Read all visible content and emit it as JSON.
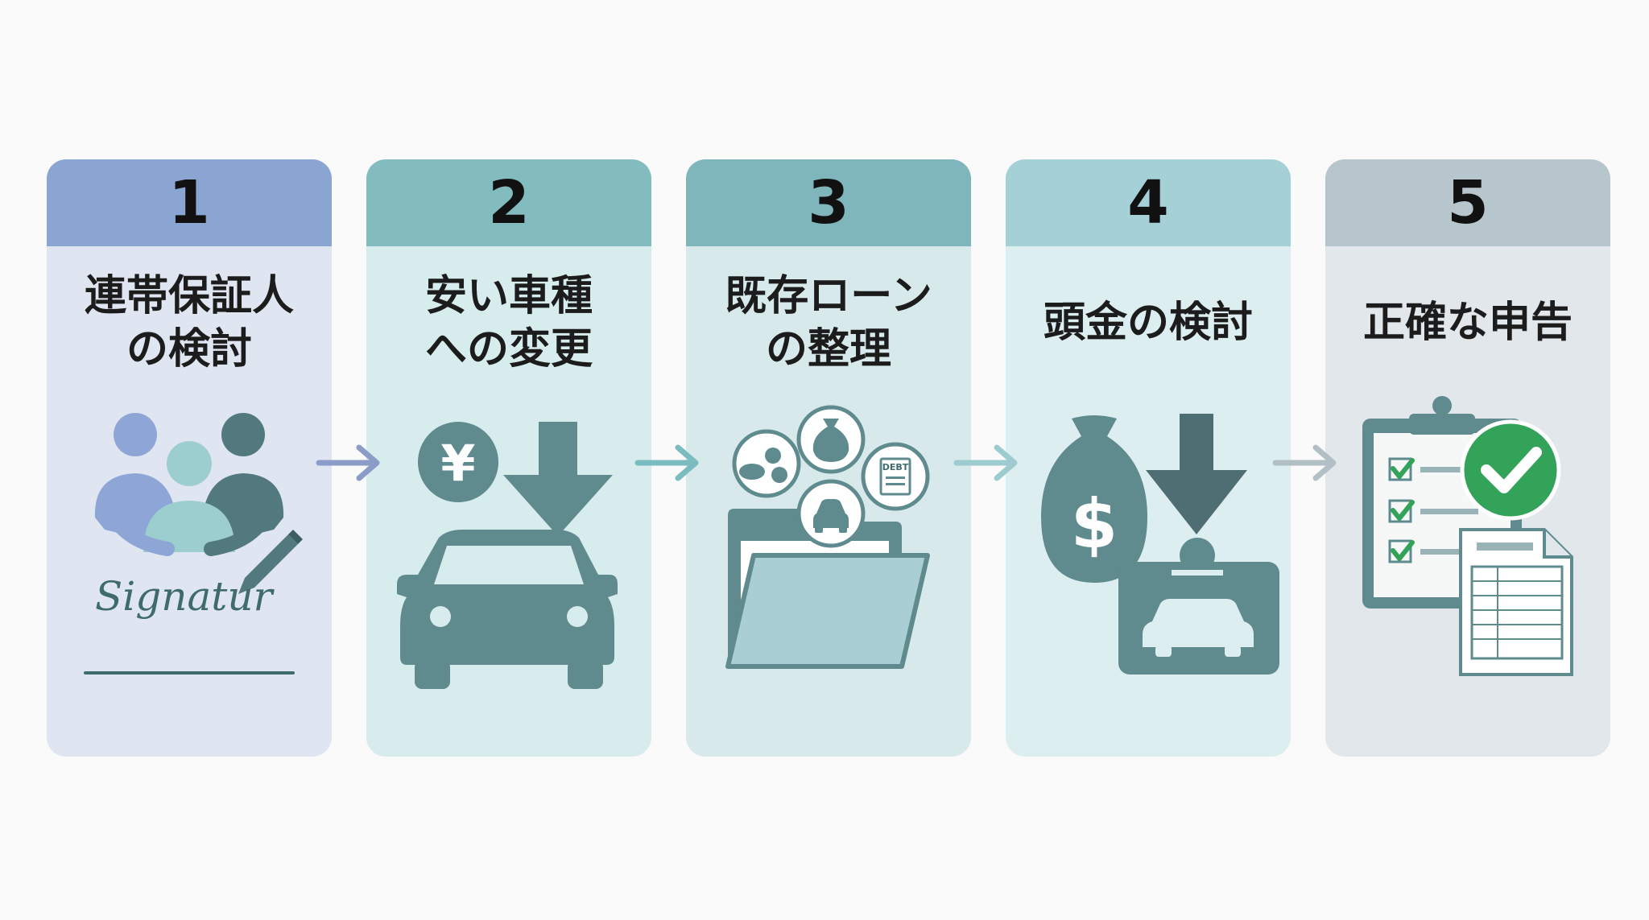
{
  "steps": [
    {
      "number": "1",
      "title_lines": [
        "連帯保証人",
        "の検討"
      ],
      "signature_text": "Signatur",
      "header_color": "#8aa5d2",
      "body_color": "#dfe5f1"
    },
    {
      "number": "2",
      "title_lines": [
        "安い車種",
        "への変更"
      ],
      "yen_symbol": "¥",
      "header_color": "#82bcbf",
      "body_color": "#d7ecec"
    },
    {
      "number": "3",
      "title_lines": [
        "既存ローン",
        "の整理"
      ],
      "debt_label": "DEBT",
      "header_color": "#7fb6bc",
      "body_color": "#d7e9ea"
    },
    {
      "number": "4",
      "title_lines": [
        "頭金の検討"
      ],
      "dollar_symbol": "$",
      "header_color": "#a5d0d6",
      "body_color": "#ddeef0"
    },
    {
      "number": "5",
      "title_lines": [
        "正確な申告"
      ],
      "header_color": "#b7c5cc",
      "body_color": "#e2e7ec"
    }
  ],
  "colors": {
    "icon_slate": "#5f8a8e",
    "icon_dark": "#4d6e72",
    "check_green": "#34a35a",
    "arrow_colors": [
      "#8c9cc8",
      "#7bbcc0",
      "#9dcbd0",
      "#b2c0c6"
    ]
  }
}
